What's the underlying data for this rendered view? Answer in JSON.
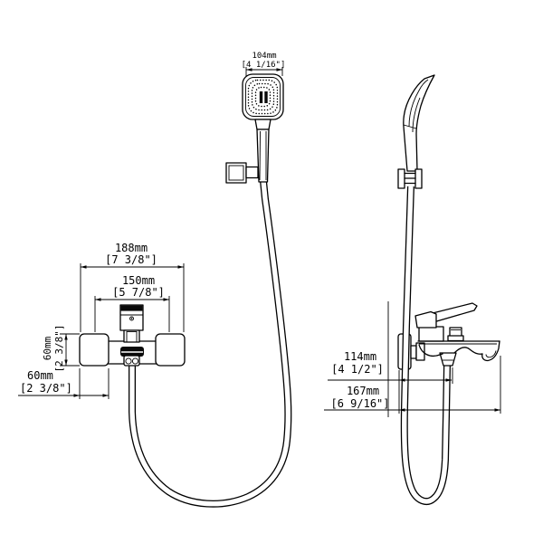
{
  "drawing_type": "faucet-technical-drawing",
  "colors": {
    "line": "#000000",
    "background": "#ffffff"
  },
  "dims": {
    "d104": {
      "mm": "104mm",
      "in": "[4 1/16\"]"
    },
    "d188": {
      "mm": "188mm",
      "in": "[7 3/8\"]"
    },
    "d150": {
      "mm": "150mm",
      "in": "[5 7/8\"]"
    },
    "d60v": {
      "mm": "60mm",
      "in": "[2 3/8\"]"
    },
    "d60h": {
      "mm": "60mm",
      "in": "[2 3/8\"]"
    },
    "d114": {
      "mm": "114mm",
      "in": "[4 1/2\"]"
    },
    "d167": {
      "mm": "167mm",
      "in": "[6 9/16\"]"
    }
  }
}
